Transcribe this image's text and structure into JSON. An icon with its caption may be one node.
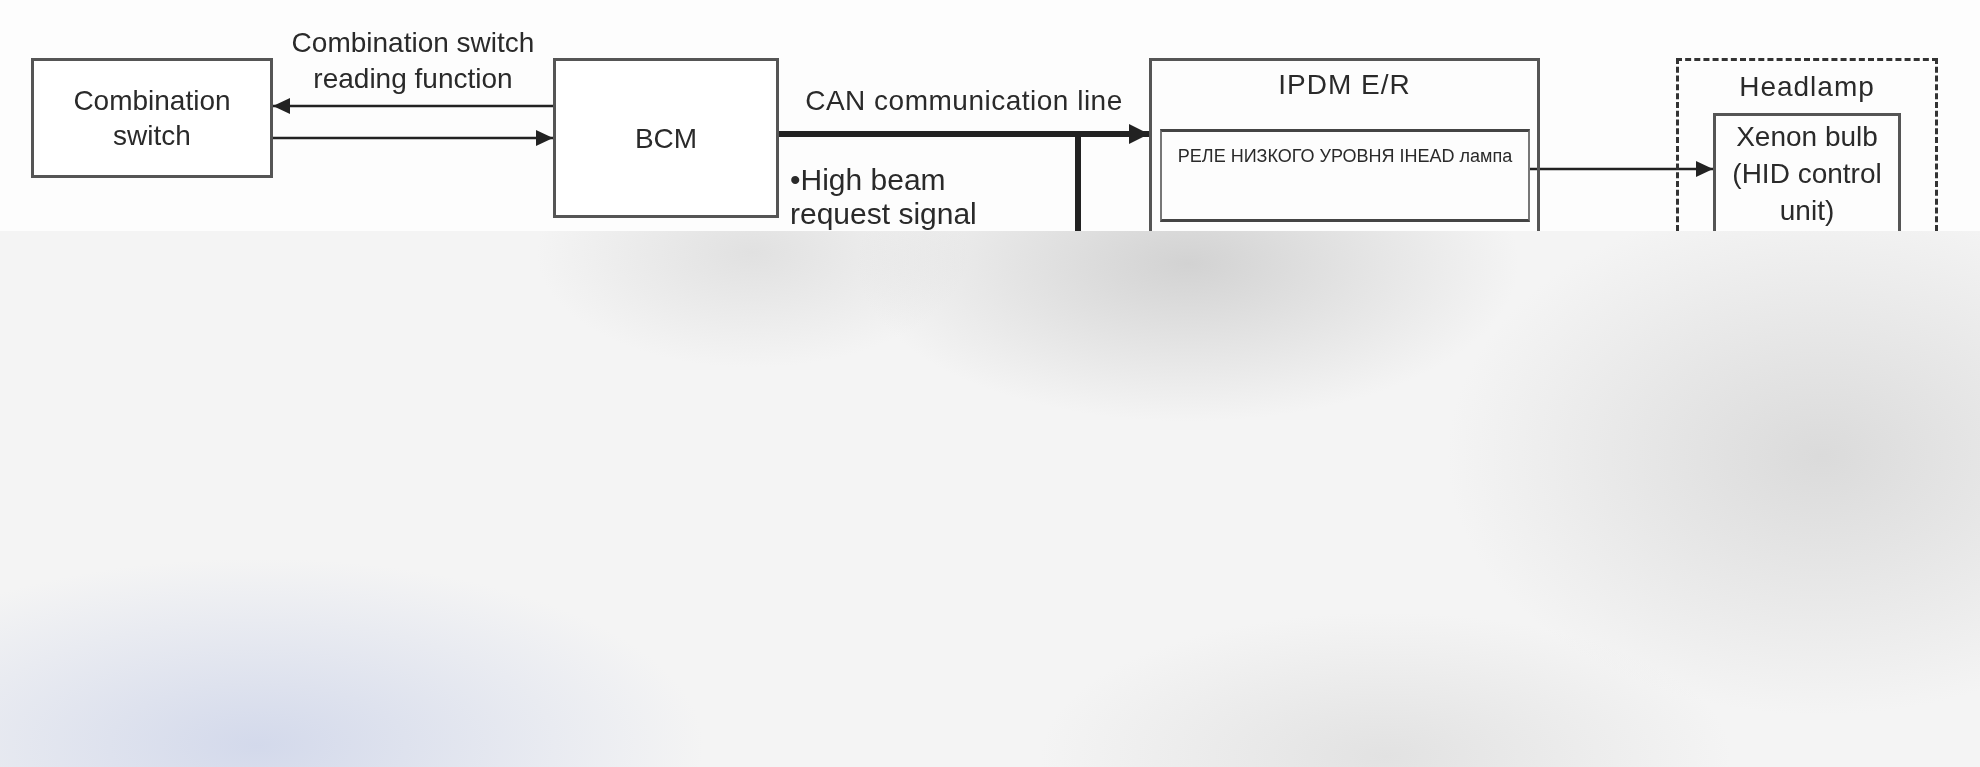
{
  "diagram": {
    "nodes": [
      {
        "text": [
          "Combination switch"
        ]
      },
      {
        "text": [
          "BCM"
        ]
      },
      {
        "text": [
          "IPDM E/R"
        ]
      },
      {
        "text": [
          "РЕЛЕ НИЗКОГО УРОВНЯ IHEAD лампа"
        ],
        "in": 2
      },
      {
        "text": [
          "Headlamp"
        ]
      },
      {
        "text": [
          "Xenon bulb (HID control unit)"
        ],
        "in": 4
      }
    ],
    "edges": [
      {
        "from": 1,
        "to": 0,
        "arrow": "to",
        "label": "Combination switch reading function"
      },
      {
        "from": 0,
        "to": 1,
        "arrow": "to"
      },
      {
        "from": 1,
        "to": 2,
        "arrow": "to",
        "label": "CAN communication line",
        "style": "thick"
      },
      {
        "from": 1,
        "to": null,
        "arrow": "none",
        "style": "thick"
      },
      {
        "from": 3,
        "to": 5,
        "arrow": "to"
      }
    ],
    "labels": [
      "•High beam request signal"
    ]
  }
}
